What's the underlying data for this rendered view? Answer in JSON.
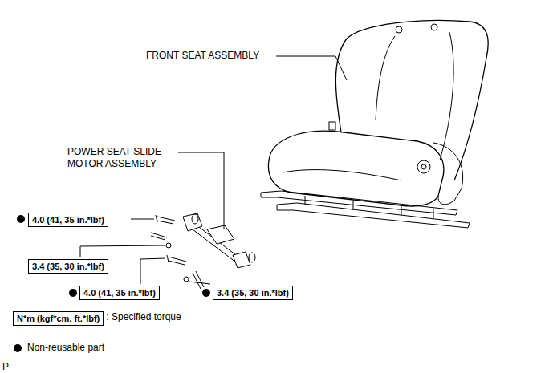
{
  "diagram": {
    "nodes": [
      {
        "text": [
          "4.0 (41, 35 in.*lbf)"
        ]
      },
      {
        "text": [
          "3.4 (35, 30 in.*lbf)"
        ]
      },
      {
        "text": [
          "4.0 (41, 35 in.*lbf)"
        ]
      },
      {
        "text": [
          "3.4 (35, 30 in.*lbf)"
        ]
      },
      {
        "text": [
          "N*m (kgf*cm, ft.*lbf)"
        ]
      }
    ],
    "labels": [
      "FRONT SEAT ASSEMBLY",
      "POWER SEAT SLIDE MOTOR ASSEMBLY",
      "P"
    ],
    "legend": [
      {
        "text": ": Specified torque"
      },
      {
        "text": "Non-reusable part"
      }
    ]
  }
}
